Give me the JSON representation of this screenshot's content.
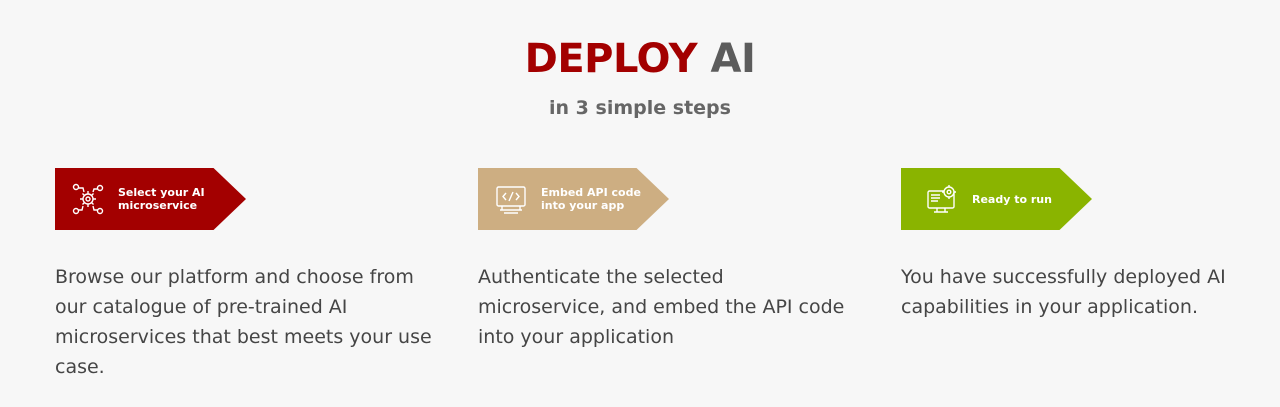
{
  "header": {
    "title_accent": "DEPLOY",
    "title_rest": "AI",
    "subtitle": "in 3 simple steps"
  },
  "colors": {
    "accent": "#a30000",
    "title_gray": "#5c5c5c",
    "step1": "#a30000",
    "step2": "#cdae82",
    "step3": "#8ab400"
  },
  "steps": [
    {
      "label": "Select your AI microservice",
      "icon": "gear-network-icon",
      "description": "Browse our platform and choose from our catalogue of pre-trained AI microservices that best meets your use case."
    },
    {
      "label": "Embed API code into your app",
      "icon": "code-monitor-icon",
      "description": "Authenticate the selected microservice, and embed the API code into your application"
    },
    {
      "label": "Ready to run",
      "icon": "monitor-gear-icon",
      "description": "You have successfully deployed AI capabilities in your application."
    }
  ]
}
